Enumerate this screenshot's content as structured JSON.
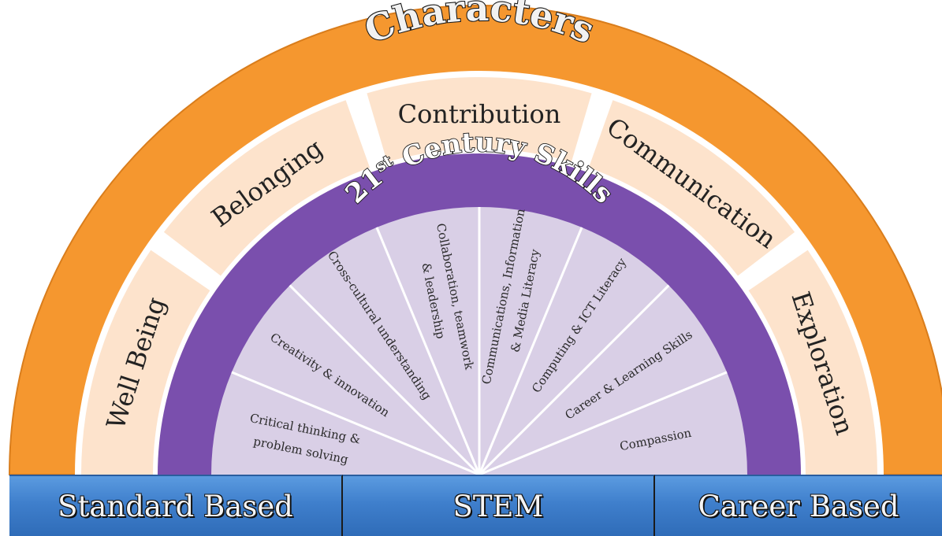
{
  "title": "Characters",
  "characters": [
    "Well Being",
    "Belonging",
    "Contribution",
    "Communication",
    "Exploration"
  ],
  "skills_title": "21st Century Skills",
  "skills_title_main": "21",
  "skills_title_sup": "st",
  "skills_title_rest": " Century Skills",
  "skills": [
    [
      "Critical thinking &",
      "problem solving"
    ],
    [
      "Creativity & innovation"
    ],
    [
      "Cross-cultural understanding"
    ],
    [
      "Collaboration, teamwork",
      "& leadership"
    ],
    [
      "Communications, Information",
      "& Media Literacy"
    ],
    [
      "Computing & ICT Literacy"
    ],
    [
      "Career & Learning Skills"
    ],
    [
      "Compassion"
    ]
  ],
  "foundation": [
    "Standard Based",
    "STEM",
    "Career Based"
  ],
  "colors": {
    "orange": "#f5972f",
    "peach": "#fde3cc",
    "purple": "#7a4fad",
    "lavender": "#d9cfe6",
    "blue": "#3f7fcc"
  }
}
